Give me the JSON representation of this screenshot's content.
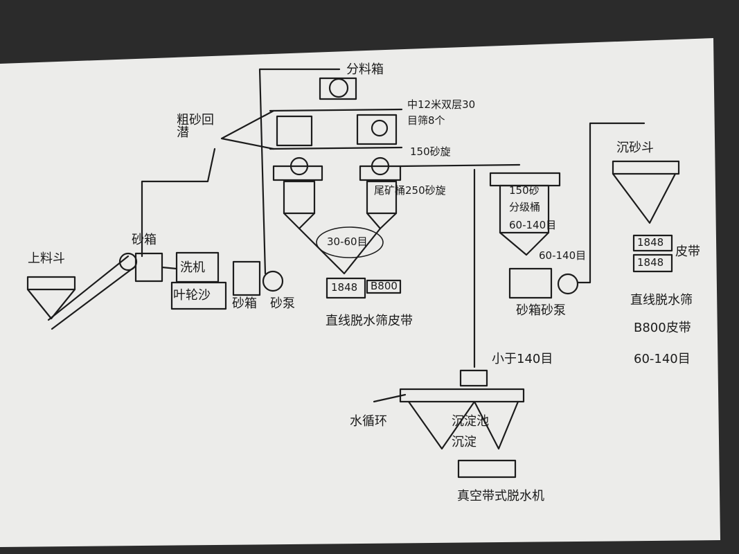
{
  "labels": {
    "feed_hopper": "上料斗",
    "sand_box_left": "砂箱",
    "coarse_return": "粗砂回潜",
    "washer": "洗机",
    "blade_wheel": "叶轮沙",
    "sand_box_2": "砂箱",
    "sand_pump_2": "砂泵",
    "dist_box": "分料箱",
    "screen_spec": "中12米双层30目筛8个",
    "cyclone_150": "150砂旋",
    "bucket_250": "尾矿桶250砂旋",
    "mesh_30_60": "30-60目",
    "belt_1848": "1848",
    "belt_b800": "B800",
    "straight_belt": "直线脱水筛皮带",
    "cyclone_150_right": "150砂",
    "grading_bucket": "分级桶",
    "mesh_60_140": "60-140目",
    "mesh_60_140b": "60-140目",
    "sand_box_pump_r": "砂箱砂泵",
    "settle_hopper": "沉砂斗",
    "belt_1848_r1": "1848",
    "belt_1848_r2": "1848",
    "belt_label_r": "皮带",
    "straight_belt_r": "直线脱水筛",
    "b800_belt_r": "B800皮带",
    "mesh_60_140_r": "60-140目",
    "small_140": "小于140目",
    "water_cycle": "水循环",
    "settle_tank": "沉淀池",
    "settle_tank2": "沉淀",
    "filter_press": "真空带式脱水机"
  }
}
